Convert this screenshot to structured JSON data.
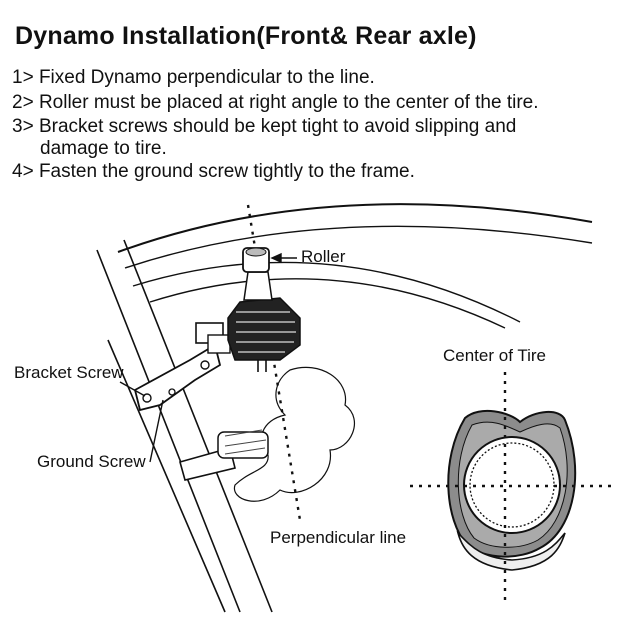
{
  "title": "Dynamo Installation(Front& Rear axle)",
  "steps": [
    "1> Fixed Dynamo perpendicular to the line.",
    "2> Roller must be placed at right angle to the center of the tire.",
    "3> Bracket screws should be kept tight to avoid slipping and",
    "damage to tire.",
    "4> Fasten the ground screw tightly to the frame."
  ],
  "labels": {
    "roller": "Roller",
    "bracket_screw": "Bracket Screw",
    "ground_screw": "Ground Screw",
    "perpendicular_line": "Perpendicular line",
    "center_of_tire": "Center of Tire"
  }
}
